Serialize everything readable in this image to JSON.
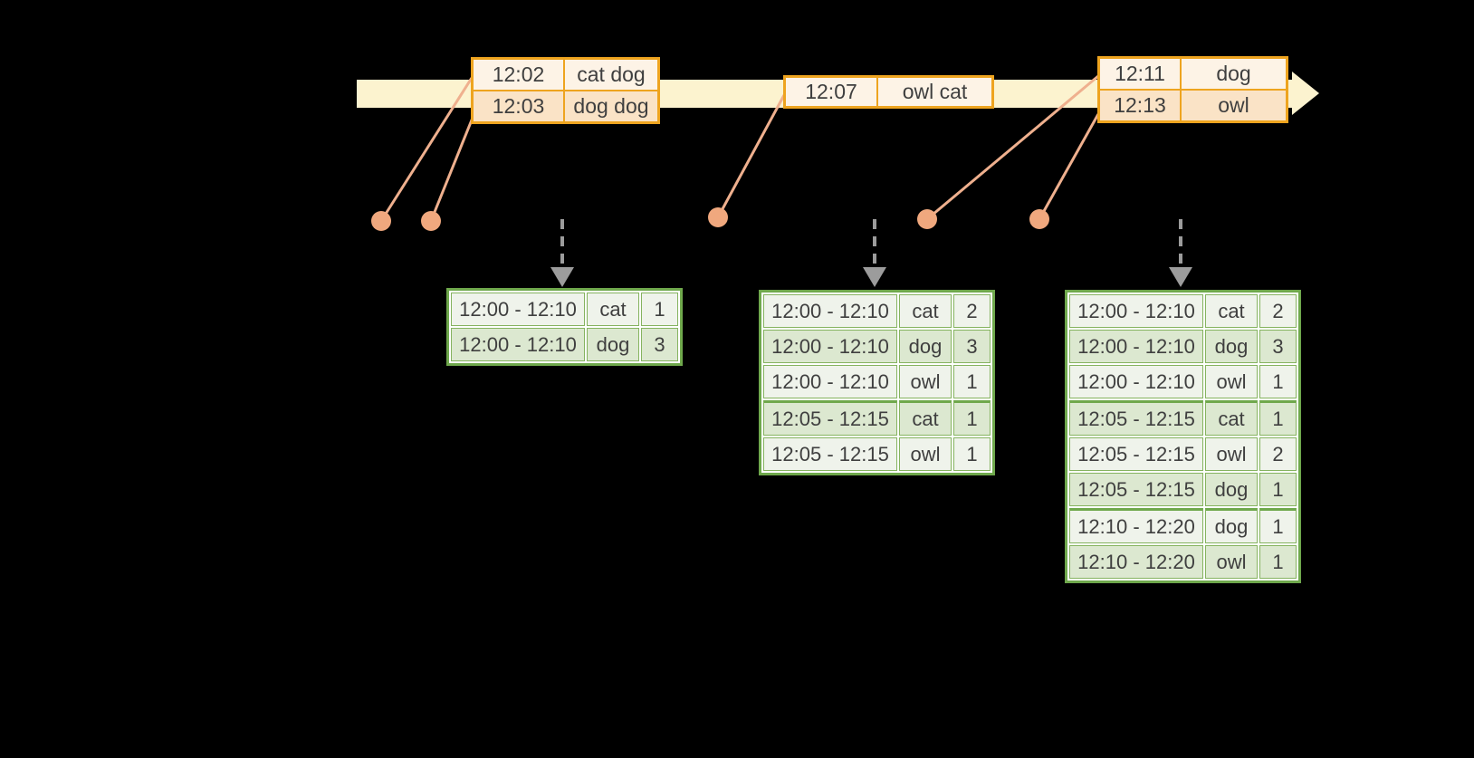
{
  "colors": {
    "background": "#000000",
    "timeline_fill": "#FCF3CF",
    "event_table_border": "#EEA41F",
    "event_row_dark": "#FAE3C6",
    "event_row_light": "#FDF3E6",
    "event_marker": "#F0A87E",
    "result_table_border": "#6FA84C",
    "result_row_dark": "#DCE8D0",
    "result_row_light": "#EFF3EB",
    "trigger_arrow_gray": "#9C9C9C",
    "text": "#3F3F3F"
  },
  "event_batches": [
    {
      "rows": [
        {
          "time": "12:02",
          "words": "cat dog"
        },
        {
          "time": "12:03",
          "words": "dog dog"
        }
      ]
    },
    {
      "rows": [
        {
          "time": "12:07",
          "words": "owl cat"
        }
      ]
    },
    {
      "rows": [
        {
          "time": "12:11",
          "words": "dog"
        },
        {
          "time": "12:13",
          "words": "owl"
        }
      ]
    }
  ],
  "result_tables": [
    {
      "rows": [
        {
          "window": "12:00 - 12:10",
          "word": "cat",
          "count": "1"
        },
        {
          "window": "12:00 - 12:10",
          "word": "dog",
          "count": "3"
        }
      ]
    },
    {
      "rows": [
        {
          "window": "12:00 - 12:10",
          "word": "cat",
          "count": "2"
        },
        {
          "window": "12:00 - 12:10",
          "word": "dog",
          "count": "3"
        },
        {
          "window": "12:00 - 12:10",
          "word": "owl",
          "count": "1"
        },
        {
          "window": "12:05 - 12:15",
          "word": "cat",
          "count": "1",
          "sep": true
        },
        {
          "window": "12:05 - 12:15",
          "word": "owl",
          "count": "1"
        }
      ]
    },
    {
      "rows": [
        {
          "window": "12:00 - 12:10",
          "word": "cat",
          "count": "2"
        },
        {
          "window": "12:00 - 12:10",
          "word": "dog",
          "count": "3"
        },
        {
          "window": "12:00 - 12:10",
          "word": "owl",
          "count": "1"
        },
        {
          "window": "12:05 - 12:15",
          "word": "cat",
          "count": "1",
          "sep": true
        },
        {
          "window": "12:05 - 12:15",
          "word": "owl",
          "count": "2"
        },
        {
          "window": "12:05 - 12:15",
          "word": "dog",
          "count": "1"
        },
        {
          "window": "12:10 - 12:20",
          "word": "dog",
          "count": "1",
          "sep": true
        },
        {
          "window": "12:10 - 12:20",
          "word": "owl",
          "count": "1"
        }
      ]
    }
  ]
}
